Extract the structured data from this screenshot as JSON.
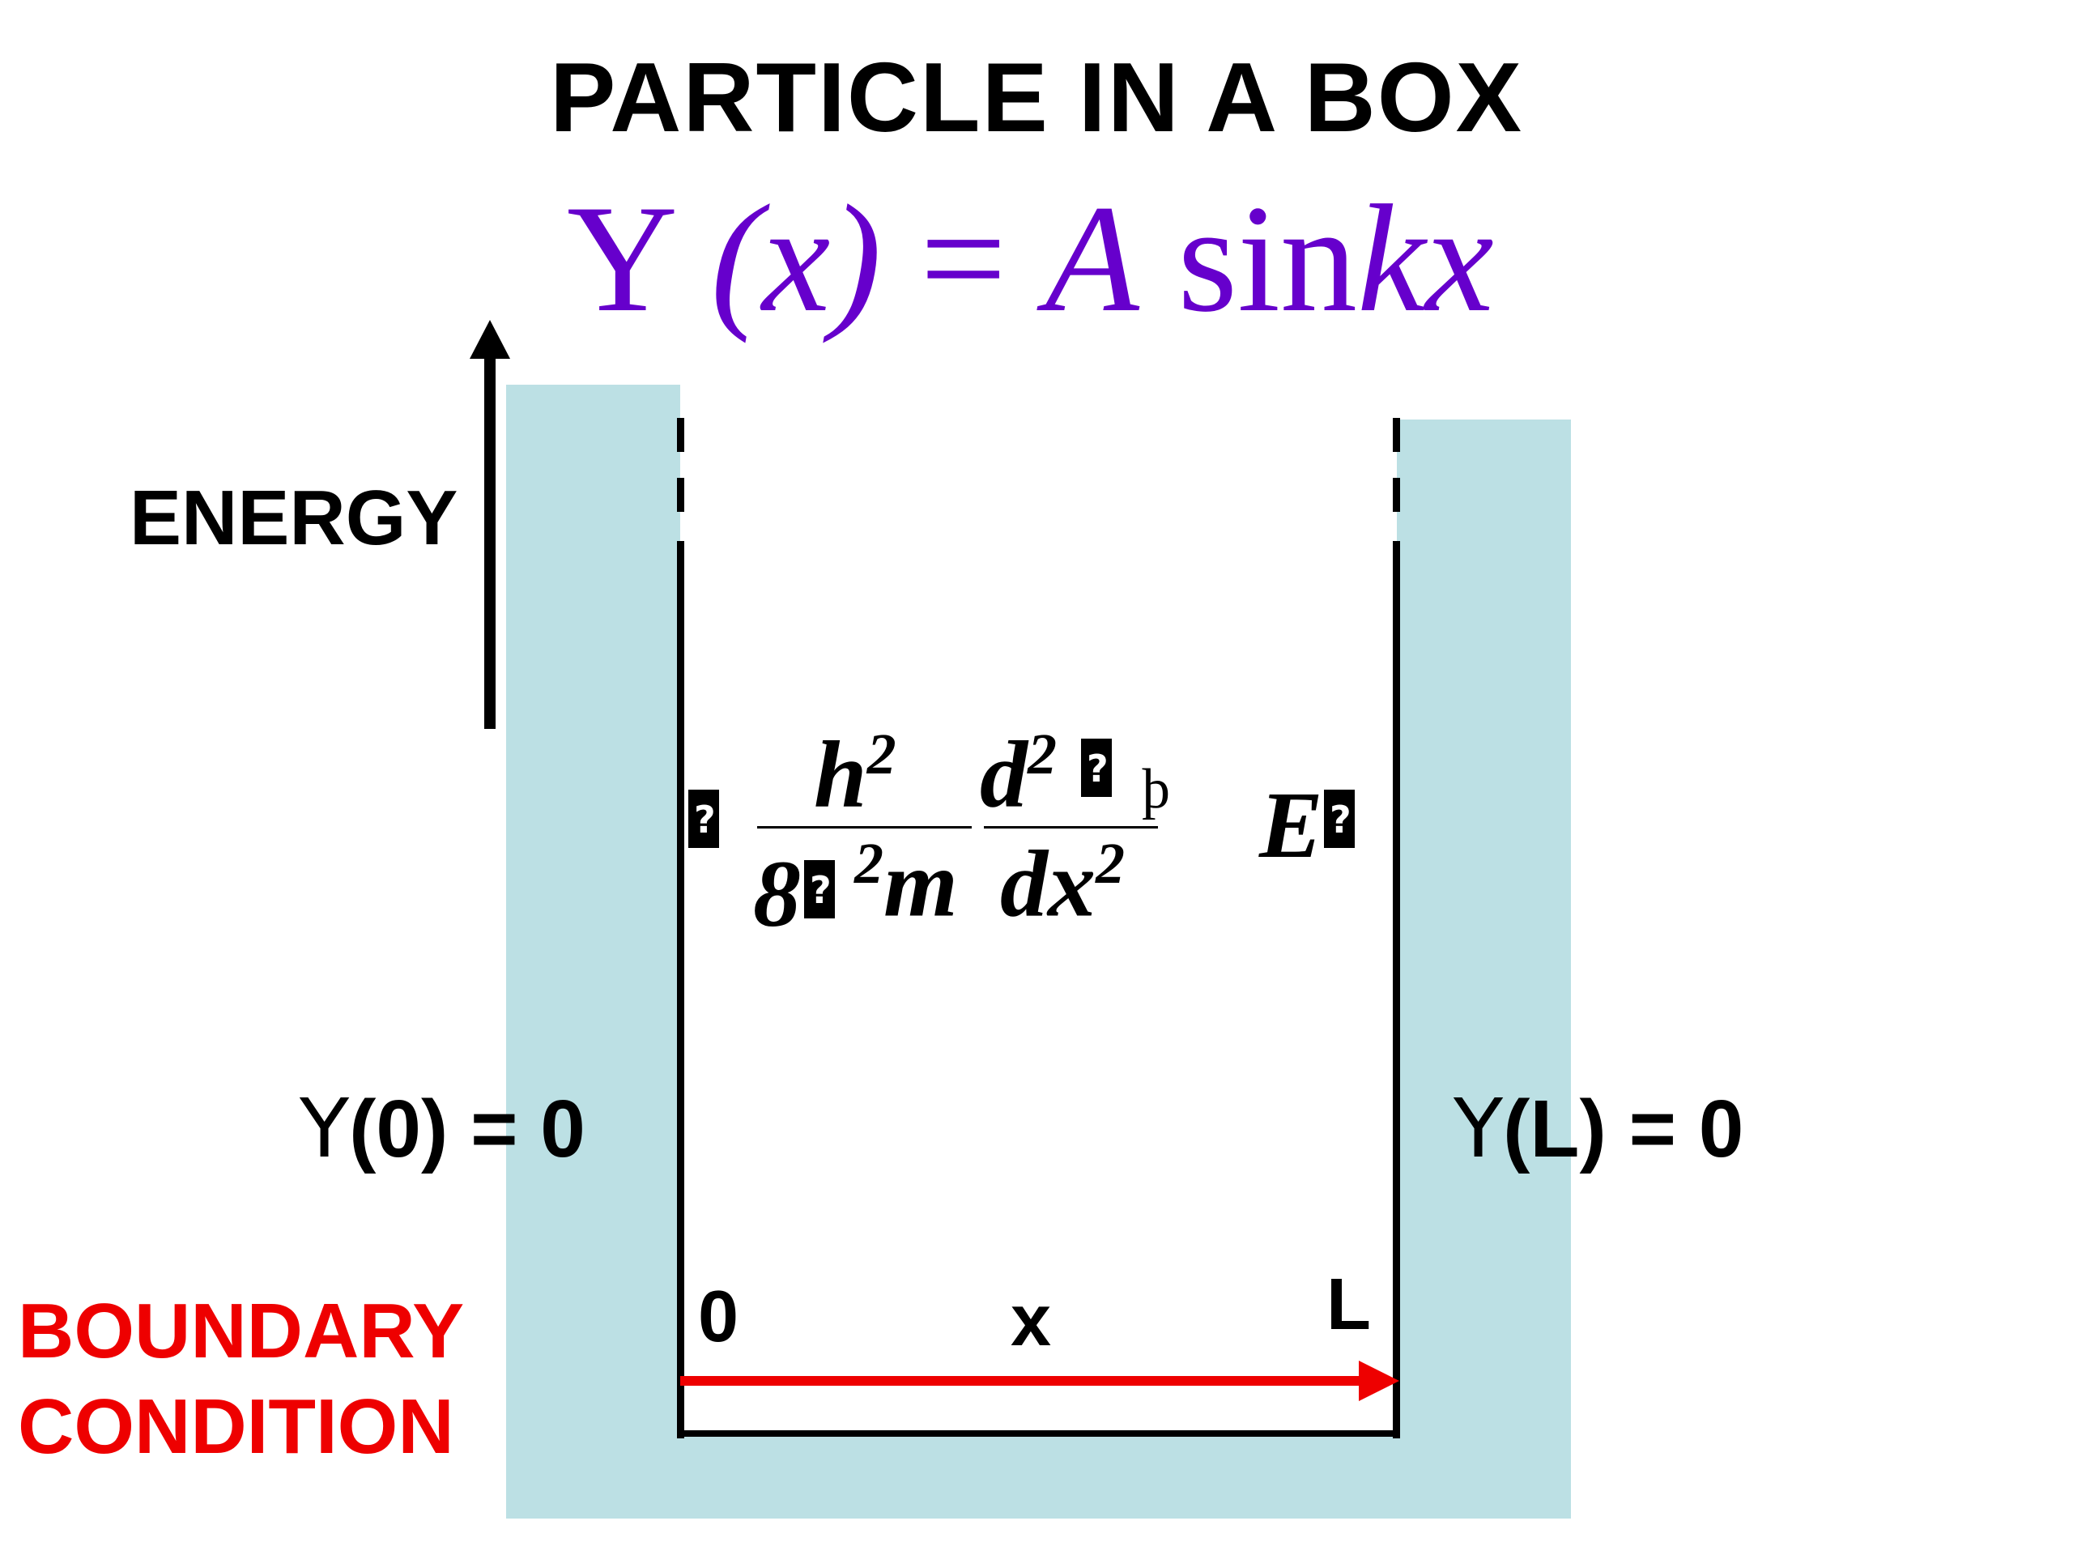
{
  "title": "PARTICLE IN A BOX",
  "wavefunction": {
    "psi": "Y",
    "arg": "(x)",
    "equals": "=",
    "amplitude": "A",
    "func": "sin",
    "arg2": "kx",
    "color": "#6600cc"
  },
  "energy_axis": {
    "label": "ENERGY"
  },
  "boundary_conditions": {
    "left_psi": "Y",
    "left_rest": "(0) = 0",
    "right_psi": "Y",
    "right_rest": "(L) = 0"
  },
  "x_axis": {
    "start": "0",
    "variable": "x",
    "end": "L",
    "color": "#ee0000"
  },
  "boundary_label": {
    "line1": "BOUNDARY",
    "line2": "CONDITION",
    "color": "#ee0000"
  },
  "schrodinger": {
    "h": "h",
    "h_exp": "2",
    "denom_8": "8",
    "denom_exp": "2",
    "denom_m": "m",
    "d": "d",
    "d_exp": "2",
    "dx": "dx",
    "dx_exp": "2",
    "thorn": "þ",
    "E": "E"
  },
  "colors": {
    "well_fill": "#bce0e4"
  }
}
